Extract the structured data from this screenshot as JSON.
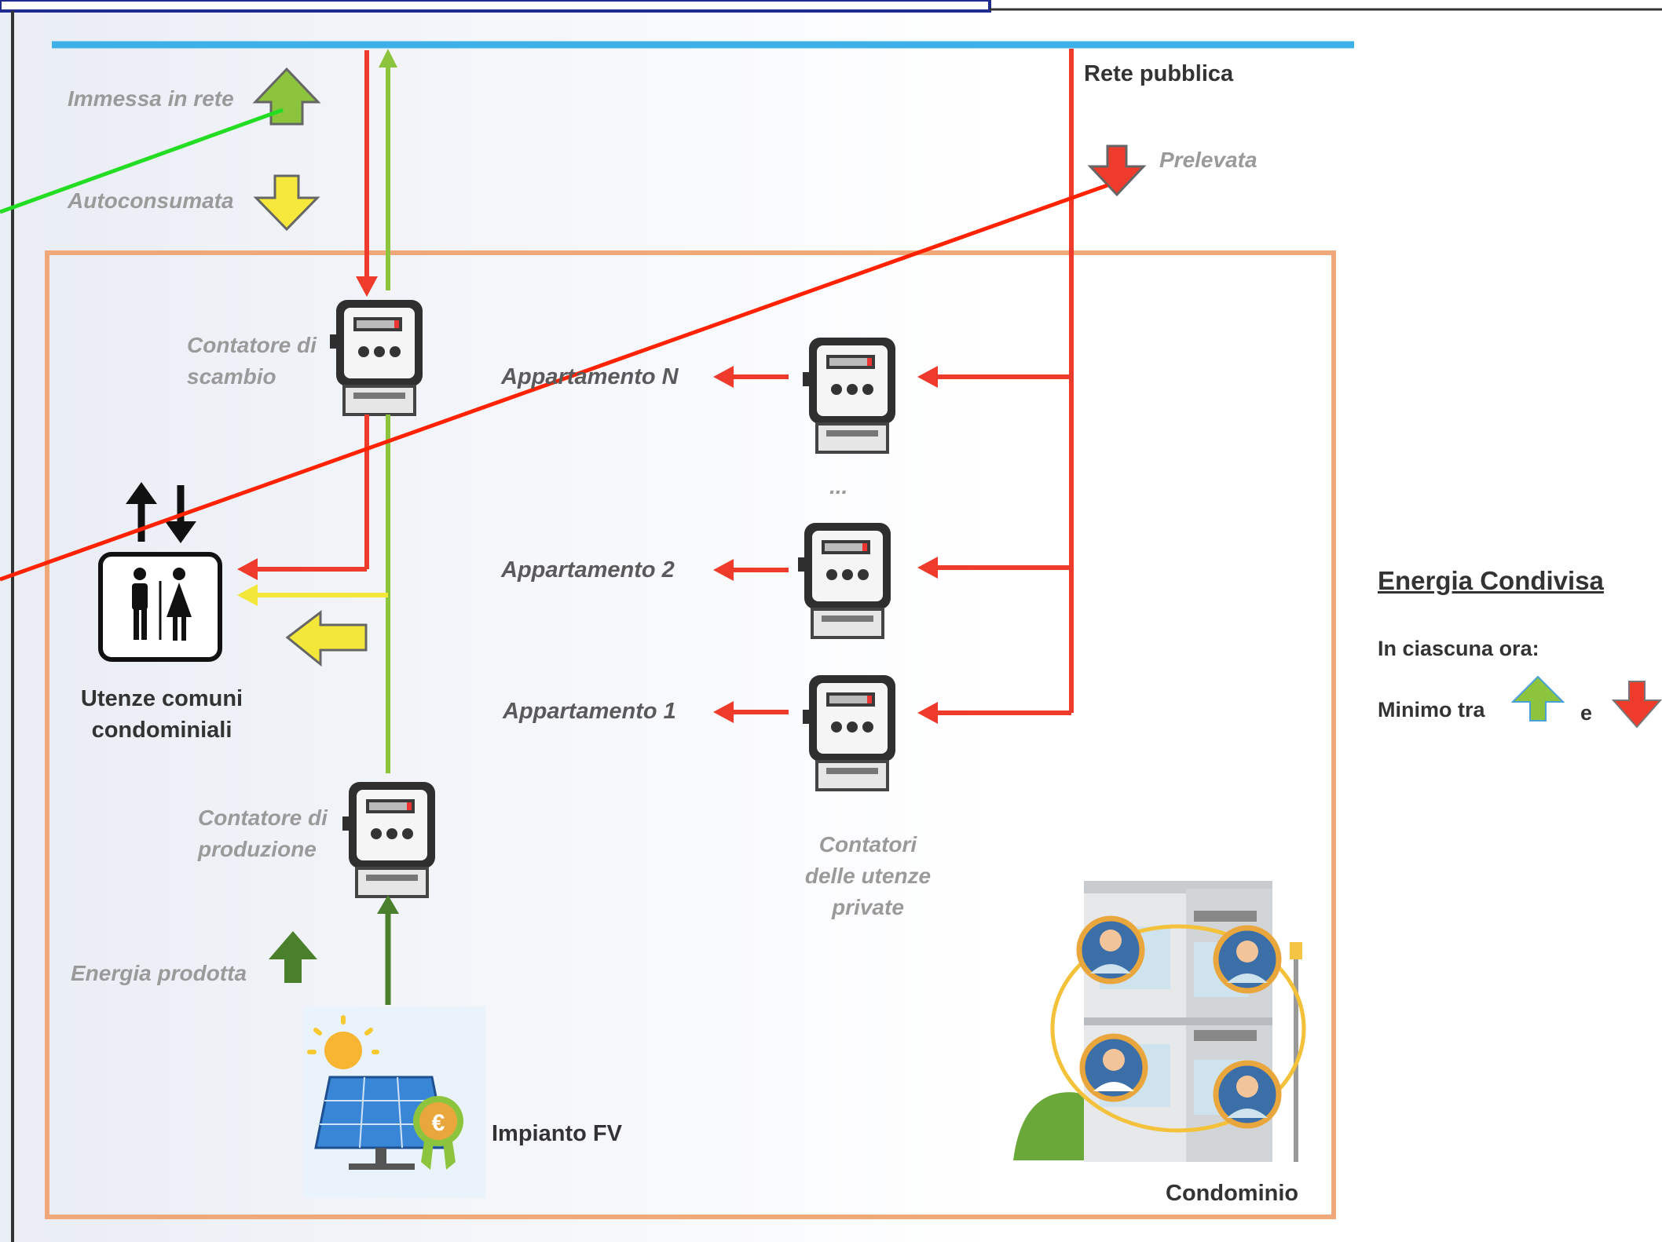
{
  "labels": {
    "immessa": "Immessa in rete",
    "autoconsumata": "Autoconsumata",
    "rete_pubblica": "Rete pubblica",
    "prelevata": "Prelevata",
    "contatore_scambio_1": "Contatore di",
    "contatore_scambio_2": "scambio",
    "appartamento_n": "Appartamento N",
    "appartamento_2": "Appartamento 2",
    "appartamento_1": "Appartamento 1",
    "dots": "...",
    "utenze_comuni_1": "Utenze comuni",
    "utenze_comuni_2": "condominiali",
    "contatore_produzione_1": "Contatore di",
    "contatore_produzione_2": "produzione",
    "contatori_private_1": "Contatori",
    "contatori_private_2": "delle utenze",
    "contatori_private_3": "private",
    "energia_prodotta": "Energia prodotta",
    "impianto_fv": "Impianto FV",
    "condominio": "Condominio"
  },
  "legend": {
    "title": "Energia Condivisa",
    "line1": "In ciascuna ora:",
    "line2_prefix": "Minimo tra",
    "line2_mid": "e"
  },
  "colors": {
    "grid_line": "#3db0e8",
    "withdrawn": "#ee3b2b",
    "fed_in": "#8cc43e",
    "produced": "#4a7f2b",
    "self_consumed": "#f3e83a",
    "building_frame": "#f0a878",
    "overlay_green": "#22dd22",
    "overlay_red": "#ff2200"
  },
  "icons": [
    "up-arrow-icon",
    "down-arrow-icon",
    "electric-meter-icon",
    "restroom-icon",
    "solar-panel-icon",
    "sun-icon",
    "euro-badge-icon",
    "building-icon"
  ]
}
